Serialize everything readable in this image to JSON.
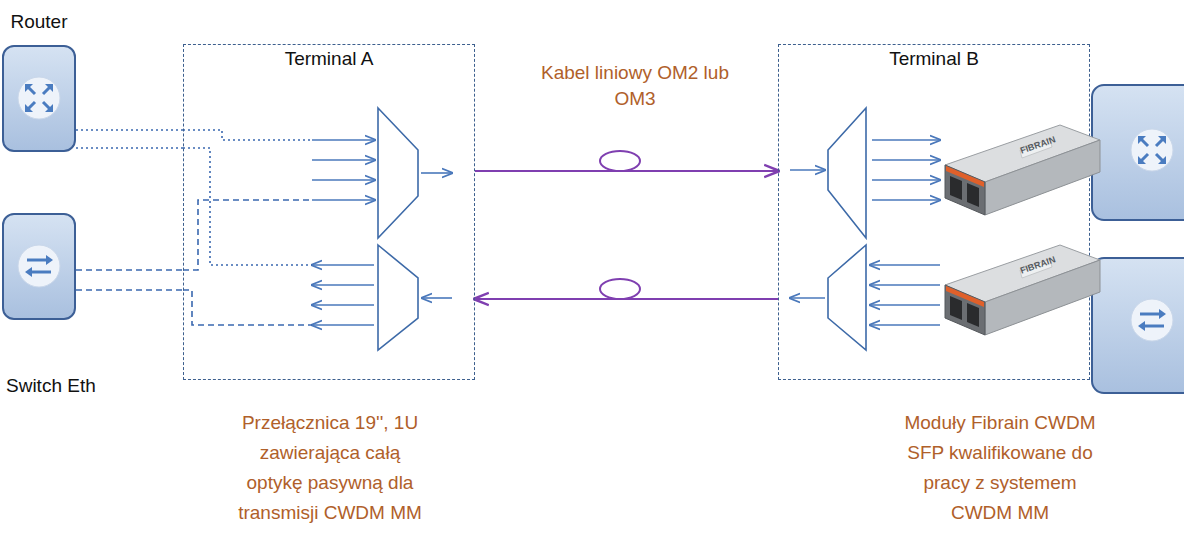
{
  "diagram": {
    "nodes": [
      {
        "text": [
          "Router"
        ]
      },
      {
        "text": [
          "Switch Eth"
        ]
      },
      {
        "text": [
          "Terminal A"
        ]
      },
      {
        "text": [
          "Terminal B"
        ]
      }
    ],
    "edges": [
      {
        "from": 0,
        "to": 2,
        "arrow": "none"
      },
      {
        "from": 0,
        "to": 2,
        "arrow": "none"
      },
      {
        "from": 1,
        "to": 2,
        "arrow": "none"
      },
      {
        "from": 1,
        "to": 2,
        "arrow": "none"
      },
      {
        "from": 2,
        "to": 3,
        "arrow": "to"
      },
      {
        "from": 3,
        "to": 2,
        "arrow": "to"
      }
    ],
    "labels": [
      "Kabel liniowy OM2 lub OM3",
      "Przełącznica 19'', 1U zawierająca całą optykę pasywną dla transmisji CWDM MM",
      "Moduły Fibrain CWDM SFP kwalifikowane do pracy z systemem CWDM MM",
      "FIBRAIN",
      "FIBRAIN"
    ]
  }
}
